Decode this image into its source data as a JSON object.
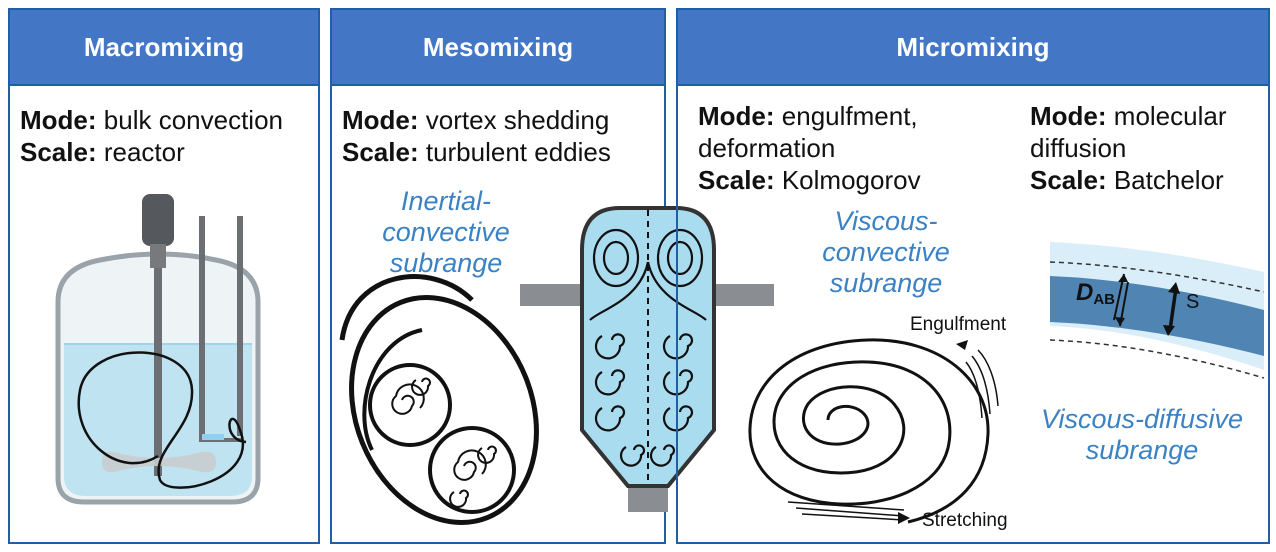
{
  "panels": [
    {
      "title": "Macromixing",
      "mode_label": "Mode:",
      "mode_value": "bulk convection",
      "scale_label": "Scale:",
      "scale_value": "reactor"
    },
    {
      "title": "Mesomixing",
      "mode_label": "Mode:",
      "mode_value": "vortex shedding",
      "scale_label": "Scale:",
      "scale_value": "turbulent eddies",
      "subrange_lines": [
        "Inertial-",
        "convective",
        "subrange"
      ]
    },
    {
      "title": "Micromixing",
      "left": {
        "mode_label": "Mode:",
        "mode_value_1": "engulfment,",
        "mode_value_2": "deformation",
        "scale_label": "Scale:",
        "scale_value": "Kolmogorov",
        "subrange_lines": [
          "Viscous-",
          "convective",
          "subrange"
        ]
      },
      "right": {
        "mode_label": "Mode:",
        "mode_value_1": "molecular",
        "mode_value_2": "diffusion",
        "scale_label": "Scale:",
        "scale_value": "Batchelor",
        "subrange_lines": [
          "Viscous-diffusive",
          "subrange"
        ]
      },
      "engulfment_label": "Engulfment",
      "stretching_label": "Stretching",
      "dab_main": "D",
      "dab_sub": "AB",
      "s_label": "S"
    }
  ],
  "colors": {
    "header_bg": "#4476c6",
    "border": "#1f5fa8",
    "accent_text": "#3b82c4",
    "liquid": "#bfe3f0"
  }
}
